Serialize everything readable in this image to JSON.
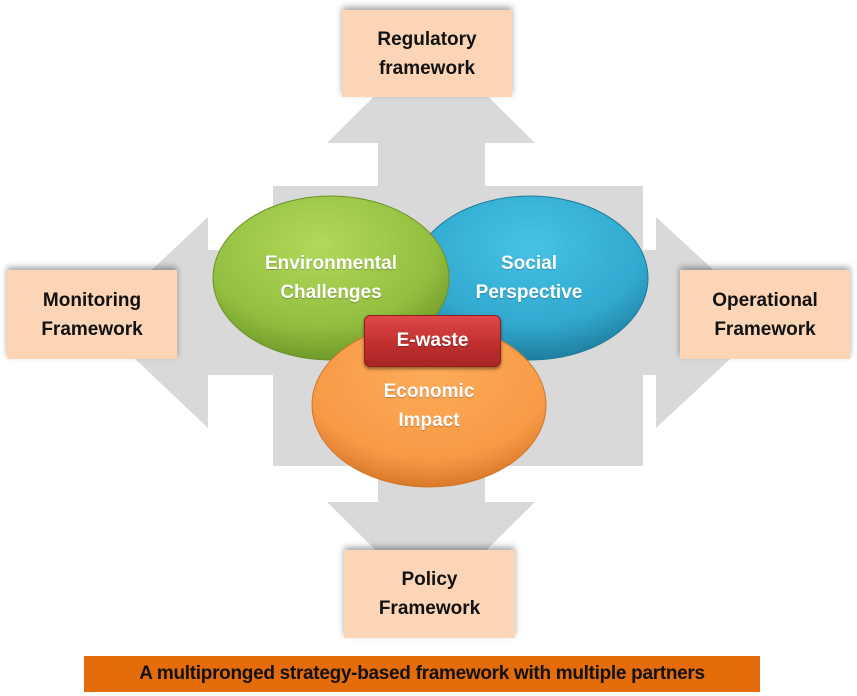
{
  "diagram": {
    "frameworks": {
      "top": [
        "Regulatory",
        "framework"
      ],
      "left": [
        "Monitoring",
        "Framework"
      ],
      "right": [
        "Operational",
        "Framework"
      ],
      "bottom": [
        "Policy",
        "Framework"
      ]
    },
    "circles": {
      "environmental": [
        "Environmental",
        "Challenges"
      ],
      "social": [
        "Social",
        "Perspective"
      ],
      "economic": [
        "Economic",
        "Impact"
      ]
    },
    "center_label": "E-waste",
    "caption": "A multipronged strategy-based framework with multiple partners"
  },
  "colors": {
    "arrow_gray": "#d9d9d9",
    "framework_box": "#fbd5b5",
    "environmental_green": "#8fbb3d",
    "social_blue": "#31a9cf",
    "economic_orange": "#f79a46",
    "ewaste_red": "#c0302f",
    "caption_orange": "#e46c0a"
  }
}
